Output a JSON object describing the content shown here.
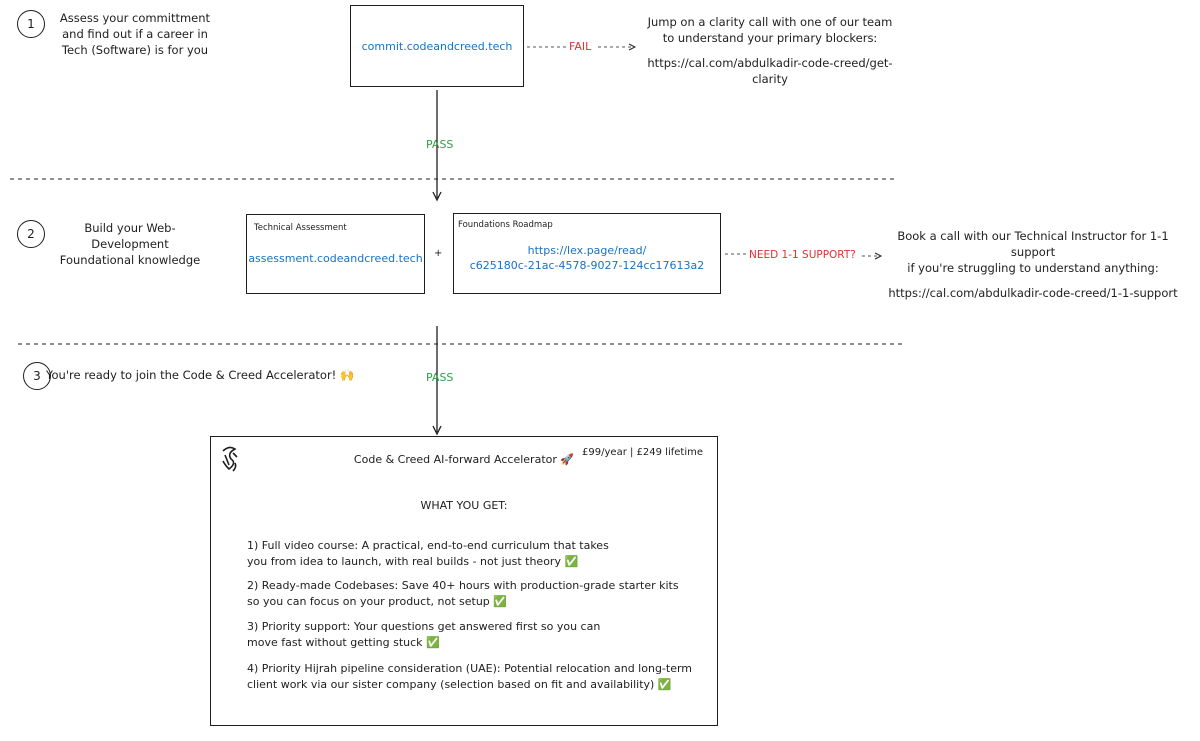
{
  "step1": {
    "number": "1",
    "text": "Assess your committment and find out if a career in Tech (Software) is for you",
    "box_link": "commit.codeandcreed.tech",
    "fail_label": "FAIL",
    "fail_note_line1": "Jump on a clarity call with one of our team",
    "fail_note_line2": "to understand your primary blockers:",
    "fail_note_link": "https://cal.com/abdulkadir-code-creed/get-clarity",
    "pass_label": "PASS"
  },
  "step2": {
    "number": "2",
    "text_line1": "Build your Web-Development",
    "text_line2": "Foundational knowledge",
    "assessment_title": "Technical Assessment",
    "assessment_link": "assessment.codeandcreed.tech",
    "plus": "+",
    "roadmap_title": "Foundations Roadmap",
    "roadmap_link_line1": "https://lex.page/read/",
    "roadmap_link_line2": "c625180c-21ac-4578-9027-124cc17613a2",
    "support_label": "NEED 1-1 SUPPORT?",
    "support_note_line1": "Book a call with our Technical Instructor for 1-1 support",
    "support_note_line2": "if you're struggling to understand anything:",
    "support_note_link": "https://cal.com/abdulkadir-code-creed/1-1-support",
    "pass_label": "PASS"
  },
  "step3": {
    "number": "3",
    "text": "You're ready to join the Code & Creed Accelerator! 🙌"
  },
  "accelerator": {
    "title": "Code & Creed AI-forward Accelerator 🚀",
    "price": "£99/year | £249 lifetime",
    "heading": "WHAT YOU GET:",
    "items": [
      {
        "line1": "1) Full video course: A practical, end-to-end curriculum that takes",
        "line2": " you from idea to launch, with real builds - not just theory ✅"
      },
      {
        "line1": "2) Ready-made Codebases: Save 40+ hours with production-grade starter kits",
        "line2": " so you can focus on your product, not setup ✅"
      },
      {
        "line1": "3) Priority support: Your questions get answered first so you can",
        "line2": "move fast without getting stuck ✅"
      },
      {
        "line1": "4) Priority Hijrah pipeline consideration (UAE): Potential relocation and long-term",
        "line2": "client work via our sister company (selection based on fit and availability) ✅"
      }
    ]
  },
  "colors": {
    "link": "#1971c2",
    "pass": "#2f9e44",
    "fail": "#e03131",
    "stroke": "#1e1e1e"
  },
  "icons": {
    "logo": "code-and-creed-logo"
  }
}
